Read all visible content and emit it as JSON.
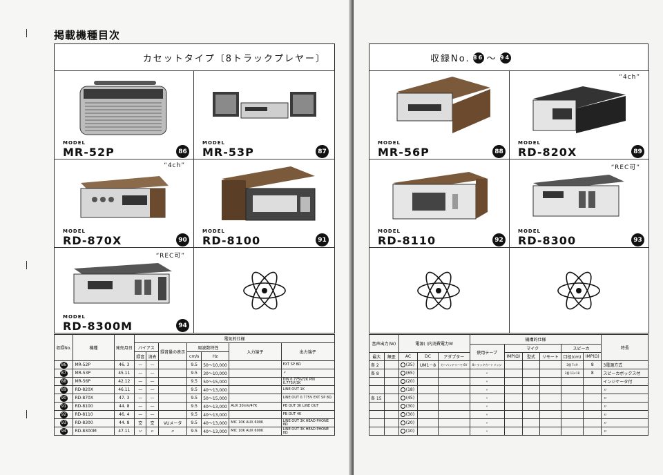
{
  "left_page": {
    "heading": "掲載機種目次",
    "banner": "カセットタイプ〔8トラックプレヤー〕",
    "models": [
      {
        "caption": "MODEL",
        "name": "MR-52P",
        "number": "86",
        "note": ""
      },
      {
        "caption": "MODEL",
        "name": "MR-53P",
        "number": "87",
        "note": ""
      },
      {
        "caption": "MODEL",
        "name": "RD-870X",
        "number": "90",
        "note": "“4ch”"
      },
      {
        "caption": "MODEL",
        "name": "RD-8100",
        "number": "91",
        "note": ""
      },
      {
        "caption": "MODEL",
        "name": "RD-8300M",
        "number": "94",
        "note": "“REC可”"
      }
    ],
    "table": {
      "h_no": "収録No.",
      "h_model": "機種",
      "h_date": "発売月日",
      "h_electric": "電気的仕様",
      "h_bias": "バイアス",
      "h_rec": "録音",
      "h_erase": "消去",
      "h_level": "録音量の表示",
      "h_freq": "周波数特性",
      "h_cms": "cm/s",
      "h_hz": "Hz",
      "h_input": "入力端子",
      "h_output": "出力端子",
      "rows": [
        {
          "no": "86",
          "model": "MR-52P",
          "date": "46. 3",
          "rec": "—",
          "erase": "—",
          "level": "",
          "cms": "9.5",
          "hz": "50〜10,000",
          "input": "",
          "output": "EXT SP 8Ω"
        },
        {
          "no": "87",
          "model": "MR-53P",
          "date": "45.11",
          "rec": "—",
          "erase": "—",
          "level": "",
          "cms": "9.5",
          "hz": "30〜10,000",
          "input": "",
          "output": "〃"
        },
        {
          "no": "88",
          "model": "MR-56P",
          "date": "42.12",
          "rec": "—",
          "erase": "—",
          "level": "",
          "cms": "9.5",
          "hz": "50〜15,000",
          "input": "",
          "output": "DIN 0.775V/2K PIN 0.775V/3K"
        },
        {
          "no": "89",
          "model": "RD-820X",
          "date": "46.11",
          "rec": "—",
          "erase": "—",
          "level": "",
          "cms": "9.5",
          "hz": "40〜13,000",
          "input": "",
          "output": "LINE OUT 1K"
        },
        {
          "no": "90",
          "model": "RD-870X",
          "date": "47. 3",
          "rec": "—",
          "erase": "—",
          "level": "",
          "cms": "9.5",
          "hz": "50〜15,000",
          "input": "",
          "output": "LINE OUT 0.775V EXT SP 8Ω"
        },
        {
          "no": "91",
          "model": "RD-8100",
          "date": "44. 8",
          "rec": "—",
          "erase": "—",
          "level": "",
          "cms": "9.5",
          "hz": "40〜13,000",
          "input": "AUX 30mV/47K",
          "output": "PB OUT 3K LINE OUT"
        },
        {
          "no": "92",
          "model": "RD-8110",
          "date": "46. 4",
          "rec": "—",
          "erase": "—",
          "level": "",
          "cms": "9.5",
          "hz": "40〜13,000",
          "input": "",
          "output": "PB OUT 4K"
        },
        {
          "no": "93",
          "model": "RD-8300",
          "date": "44. 8",
          "rec": "交",
          "erase": "交",
          "level": "VUメータ",
          "cms": "9.5",
          "hz": "40〜13,000",
          "input": "MIC 10K AUX 600K",
          "output": "LINE OUT 3K HEAD PHONE 8Ω"
        },
        {
          "no": "94",
          "model": "RD-8300M",
          "date": "47.11",
          "rec": "〃",
          "erase": "〃",
          "level": "〃",
          "cms": "9.5",
          "hz": "40〜13,000",
          "input": "MIC 10K AUX 600K",
          "output": "LINE OUT 3K HEAD PHONE 8Ω"
        }
      ]
    }
  },
  "right_page": {
    "banner_prefix": "収録No.",
    "banner_from": "86",
    "banner_sep": "〜",
    "banner_to": "94",
    "models": [
      {
        "caption": "MODEL",
        "name": "MR-56P",
        "number": "88",
        "note": ""
      },
      {
        "caption": "MODEL",
        "name": "RD-820X",
        "number": "89",
        "note": "“4ch”"
      },
      {
        "caption": "MODEL",
        "name": "RD-8110",
        "number": "92",
        "note": ""
      },
      {
        "caption": "MODEL",
        "name": "RD-8300",
        "number": "93",
        "note": "“REC可”"
      }
    ],
    "table": {
      "h_output": "音声出力(W)",
      "h_max": "最大",
      "h_nodist": "無歪",
      "h_power": "電源( )内消費電力W",
      "h_ac": "AC",
      "h_dc": "DC",
      "h_adapter": "アダプター",
      "h_mech": "機構的仕様",
      "h_tape": "使用テープ",
      "h_mic": "マイク",
      "h_imp": "IMP(Ω)",
      "h_type": "型式",
      "h_remote": "リモート",
      "h_speaker": "スピーカ",
      "h_sp_size": "口径(cm)",
      "h_sp_imp": "IMP(Ω)",
      "h_feature": "特長",
      "rows": [
        {
          "max": "各 2",
          "ac": "(35)",
          "dc": "UM1－8",
          "adapter": "カーバッテリーで 6V",
          "tape": "8トラックカートリッジ",
          "sp_size": "2個 7×9",
          "sp_imp": "8",
          "feature": "3電源方式"
        },
        {
          "max": "各 8",
          "ac": "(65)",
          "dc": "",
          "adapter": "",
          "tape": "〃",
          "sp_size": "2個 13×18",
          "sp_imp": "8",
          "feature": "スピーカボックス付"
        },
        {
          "max": "",
          "ac": "(20)",
          "dc": "",
          "adapter": "",
          "tape": "〃",
          "sp_size": "",
          "sp_imp": "",
          "feature": "インジケータ付"
        },
        {
          "max": "",
          "ac": "(18)",
          "dc": "",
          "adapter": "",
          "tape": "〃",
          "sp_size": "",
          "sp_imp": "",
          "feature": "〃"
        },
        {
          "max": "各 15",
          "ac": "(45)",
          "dc": "",
          "adapter": "",
          "tape": "〃",
          "sp_size": "",
          "sp_imp": "",
          "feature": "〃"
        },
        {
          "max": "",
          "ac": "(30)",
          "dc": "",
          "adapter": "",
          "tape": "〃",
          "sp_size": "",
          "sp_imp": "",
          "feature": "〃"
        },
        {
          "max": "",
          "ac": "(30)",
          "dc": "",
          "adapter": "",
          "tape": "〃",
          "sp_size": "",
          "sp_imp": "",
          "feature": "〃"
        },
        {
          "max": "",
          "ac": "(20)",
          "dc": "",
          "adapter": "",
          "tape": "〃",
          "sp_size": "",
          "sp_imp": "",
          "feature": "〃"
        },
        {
          "max": "",
          "ac": "(10)",
          "dc": "",
          "adapter": "",
          "tape": "〃",
          "sp_size": "",
          "sp_imp": "",
          "feature": "〃"
        }
      ]
    }
  }
}
